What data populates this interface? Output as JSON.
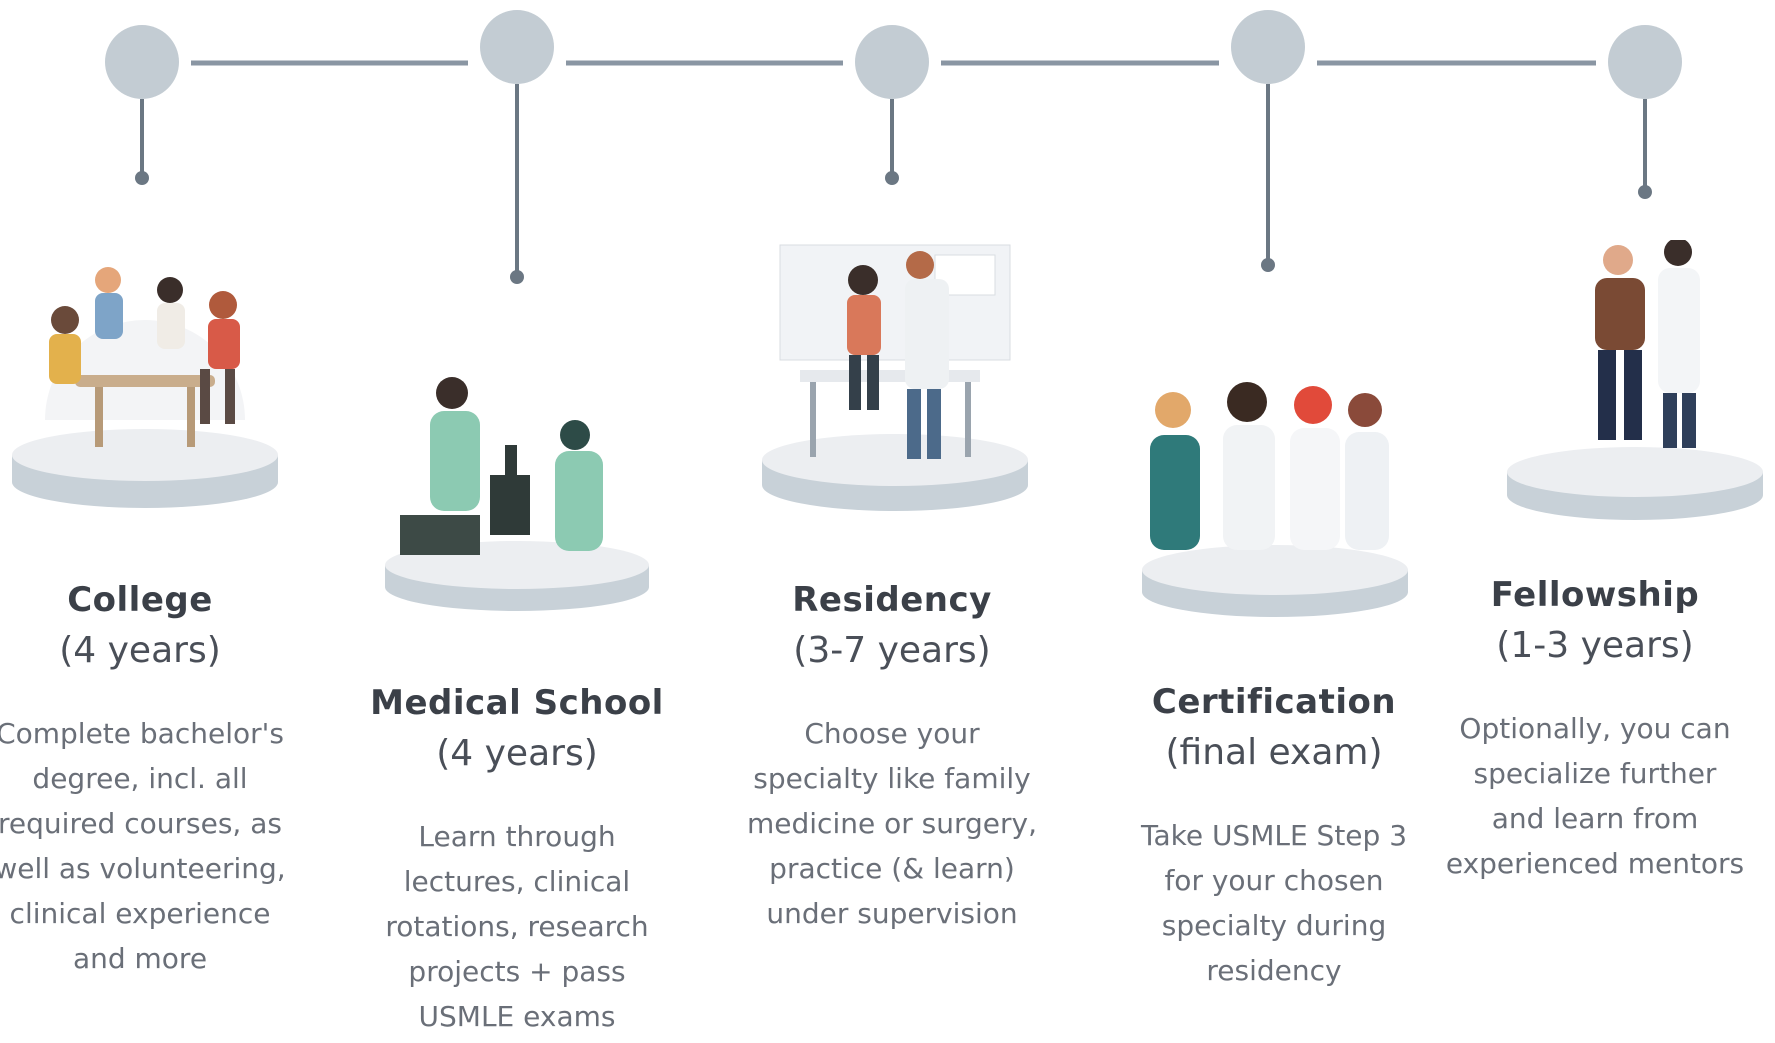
{
  "colors": {
    "node": "#c3ccd3",
    "line": "#8a96a3",
    "pin": "#6b7783",
    "platform_top": "#eceef1",
    "platform_side": "#c8d1d8"
  },
  "stages": [
    {
      "title": "College",
      "duration": "(4 years)",
      "description": "Complete bachelor's degree, incl. all required courses, as well as volunteering, clinical experience and more",
      "illustration": "students-studying-at-table"
    },
    {
      "title": "Medical School",
      "duration": "(4 years)",
      "description": "Learn through lectures, clinical rotations, research projects + pass USMLE exams",
      "illustration": "medical-students-with-microscope"
    },
    {
      "title": "Residency",
      "duration": "(3-7 years)",
      "description": "Choose your specialty like family medicine or surgery, practice (& learn) under supervision",
      "illustration": "doctor-examining-patient"
    },
    {
      "title": "Certification",
      "duration": "(final exam)",
      "description": "Take USMLE Step 3 for your chosen specialty during residency",
      "illustration": "group-of-doctors"
    },
    {
      "title": "Fellowship",
      "duration": "(1-3 years)",
      "description": "Optionally, you can specialize further and learn from experienced mentors",
      "illustration": "doctor-with-mentor"
    }
  ]
}
